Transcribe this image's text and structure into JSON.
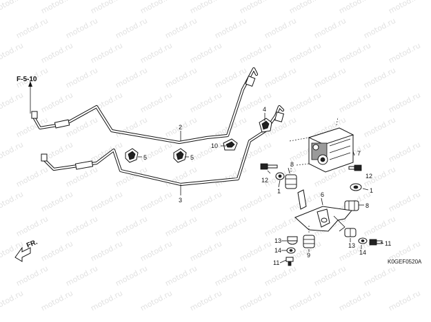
{
  "watermark": "motod.ru",
  "reference": "F-5-10",
  "direction_label": "FR.",
  "diagram_code": "K0GEF0520A",
  "callouts": {
    "c1a": "1",
    "c1b": "1",
    "c2": "2",
    "c3": "3",
    "c4": "4",
    "c5a": "5",
    "c5b": "5",
    "c6": "6",
    "c7": "7",
    "c8a": "8",
    "c8b": "8",
    "c9": "9",
    "c10": "10",
    "c11a": "11",
    "c11b": "11",
    "c12a": "12",
    "c12b": "12",
    "c13a": "13",
    "c13b": "13",
    "c14a": "14",
    "c14b": "14"
  }
}
